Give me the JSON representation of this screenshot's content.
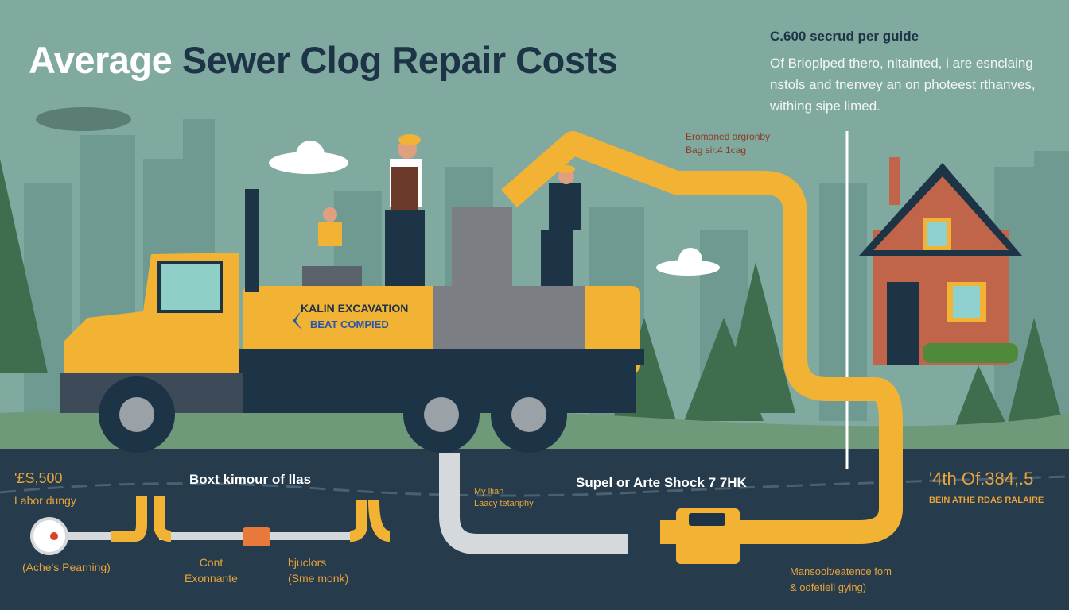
{
  "title": {
    "first_word": "Average",
    "rest": "Sewer Clog Repair Costs"
  },
  "side_note": {
    "heading": "C.600 secrud per guide",
    "body": "Of Brioplped thero, nitainted, i are esnclaing nstols and tnenvey an on photeest rthanves, withing sipe limed."
  },
  "callout_arm": {
    "line1": "Eromaned argronby",
    "line2": "Bag sir.4 1cag"
  },
  "truck_brand": {
    "name": "KALIN EXCAVATION",
    "tagline": "BEAT COMPIED"
  },
  "bottom": {
    "price_left": "'£S,500",
    "price_left_label": "Labor dungy",
    "heading_center_left": "Boxt kimour of llas",
    "label_cleanout": "(Ache's Pearning)",
    "label_cont": "Cont\nExonnante",
    "label_bucklers": "bjuclors\n(Sme monk)",
    "label_mylian": "My llian\nLaacy tetanphy",
    "heading_center_right": "Supel or Arte Shock 7 7HK",
    "price_right": "'4th Of.384,.5",
    "price_right_label": "BEIN ATHE RDAS RALAIRE",
    "label_meter": "Mansoolt/eatence fom\n& odfetiell gying)"
  },
  "colors": {
    "sky": "#80aa9f",
    "navy": "#1d3446",
    "ground_dark": "#263b4c",
    "pipe": "#f2b233",
    "accent_orange": "#e8a43a"
  }
}
